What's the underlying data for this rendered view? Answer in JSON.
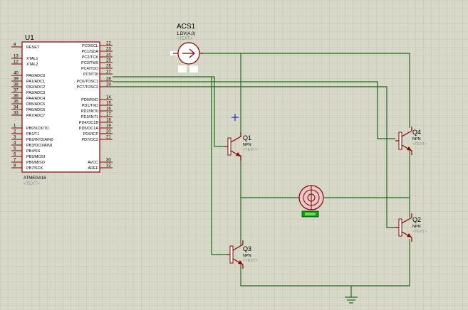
{
  "schematic": {
    "mcu": {
      "ref": "U1",
      "part": "ATMEGA16",
      "text_placeholder": "<TEXT>",
      "left_pins": [
        {
          "num": "9",
          "label": "RESET"
        },
        {
          "num": "13",
          "label": "XTAL1"
        },
        {
          "num": "12",
          "label": "XTAL2"
        },
        {
          "num": "40",
          "label": "PA0/ADC0"
        },
        {
          "num": "39",
          "label": "PA1/ADC1"
        },
        {
          "num": "38",
          "label": "PA2/ADC2"
        },
        {
          "num": "37",
          "label": "PA3/ADC3"
        },
        {
          "num": "36",
          "label": "PA4/ADC4"
        },
        {
          "num": "35",
          "label": "PA5/ADC5"
        },
        {
          "num": "34",
          "label": "PA6/ADC6"
        },
        {
          "num": "33",
          "label": "PA7/ADC7"
        },
        {
          "num": "1",
          "label": "PB0/XCK/T0"
        },
        {
          "num": "2",
          "label": "PB1/T1"
        },
        {
          "num": "3",
          "label": "PB2/INT2/AIN0"
        },
        {
          "num": "4",
          "label": "PB3/OC0/AIN1"
        },
        {
          "num": "5",
          "label": "PB4/SS"
        },
        {
          "num": "6",
          "label": "PB5/MOSI"
        },
        {
          "num": "7",
          "label": "PB6/MISO"
        },
        {
          "num": "8",
          "label": "PB7/SCK"
        }
      ],
      "right_pins": [
        {
          "num": "22",
          "label": "PC0/SCL"
        },
        {
          "num": "23",
          "label": "PC1/SDA"
        },
        {
          "num": "24",
          "label": "PC2/TCK"
        },
        {
          "num": "25",
          "label": "PC3/TMS"
        },
        {
          "num": "26",
          "label": "PC4/TDO"
        },
        {
          "num": "27",
          "label": "PC5/TDI"
        },
        {
          "num": "28",
          "label": "PC6/TOSC1"
        },
        {
          "num": "29",
          "label": "PC7/TOSC2"
        },
        {
          "num": "14",
          "label": "PD0/RXD"
        },
        {
          "num": "15",
          "label": "PD1/TXD"
        },
        {
          "num": "16",
          "label": "PD2/INT0"
        },
        {
          "num": "17",
          "label": "PD3/INT1"
        },
        {
          "num": "18",
          "label": "PD4/OC1B"
        },
        {
          "num": "19",
          "label": "PD5/OC1A"
        },
        {
          "num": "20",
          "label": "PD6/ICP"
        },
        {
          "num": "21",
          "label": "PD7/OC2"
        },
        {
          "num": "30",
          "label": "AVCC"
        },
        {
          "num": "32",
          "label": "AREF"
        }
      ]
    },
    "source": {
      "ref": "ACS1",
      "value": "1.DV(A,0)",
      "text_placeholder": "<TEXT>"
    },
    "transistors": [
      {
        "ref": "Q1",
        "type": "NPN",
        "text_placeholder": "<TEXT>"
      },
      {
        "ref": "Q4",
        "type": "NPN",
        "text_placeholder": "<TEXT>"
      },
      {
        "ref": "Q3",
        "type": "NPN",
        "text_placeholder": "<TEXT>"
      },
      {
        "ref": "Q2",
        "type": "NPN",
        "text_placeholder": "<TEXT>"
      }
    ],
    "colors": {
      "background": "#d8d8c8",
      "grid": "#c4c4b2",
      "wire": "#1e6b1e",
      "component": "#8b0000",
      "body_fill": "#ffffff",
      "text": "#000000",
      "muted_text": "#909090",
      "motor_label": "#00aa00"
    },
    "icons": {
      "source": "current-source-icon",
      "motor": "motor-icon",
      "ground": "ground-icon",
      "cursor": "crosshair-marker-icon"
    }
  }
}
